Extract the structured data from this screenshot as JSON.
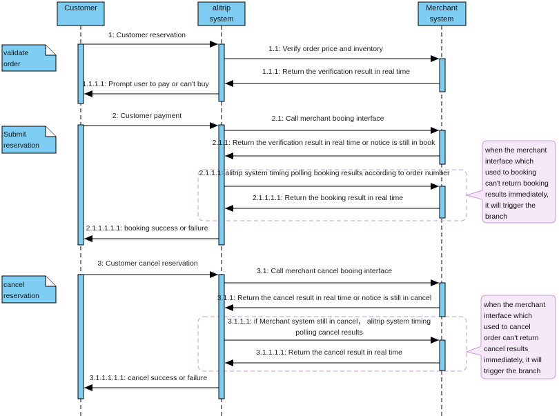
{
  "diagram": {
    "type": "sequence",
    "colors": {
      "participant_fill": "#7ecef4",
      "activation_fill": "#7ecef4",
      "border": "#000000",
      "fragment_border": "#c89ad8",
      "callout_fill": "#f7e8f9",
      "callout_border": "#c89ad8"
    },
    "participants": [
      {
        "id": "customer",
        "lines": [
          "Customer"
        ]
      },
      {
        "id": "alitrip",
        "lines": [
          "alitrip",
          "system"
        ]
      },
      {
        "id": "merchant",
        "lines": [
          "Merchant",
          "system"
        ]
      }
    ],
    "side_notes": [
      {
        "lines": [
          "validate",
          "order"
        ]
      },
      {
        "lines": [
          "Submit",
          "reservation"
        ]
      },
      {
        "lines": [
          "cancel",
          "reservation"
        ]
      }
    ],
    "messages": [
      {
        "from": "customer",
        "to": "alitrip",
        "lines": [
          "1: Customer reservation"
        ]
      },
      {
        "from": "alitrip",
        "to": "merchant",
        "lines": [
          "1.1: Verify order price and inventory"
        ]
      },
      {
        "from": "merchant",
        "to": "alitrip",
        "lines": [
          "1.1.1: Return the verification result in real time"
        ]
      },
      {
        "from": "alitrip",
        "to": "customer",
        "lines": [
          "1.1.1.1: Prompt user to pay or can't buy"
        ]
      },
      {
        "from": "customer",
        "to": "alitrip",
        "lines": [
          "2: Customer payment"
        ]
      },
      {
        "from": "alitrip",
        "to": "merchant",
        "lines": [
          "2.1: Call merchant booing interface"
        ]
      },
      {
        "from": "merchant",
        "to": "alitrip",
        "lines": [
          "2.1.1: Return the verification result in real time or notice is still in book"
        ]
      },
      {
        "from": "alitrip",
        "to": "merchant",
        "lines": [
          "2.1.1.1: alitrip system timing polling booking results according to order number"
        ]
      },
      {
        "from": "merchant",
        "to": "alitrip",
        "lines": [
          "2.1.1.1.1: Return the booking result in real time"
        ]
      },
      {
        "from": "alitrip",
        "to": "customer",
        "lines": [
          "2.1.1.1.1.1: booking success or failure"
        ]
      },
      {
        "from": "customer",
        "to": "alitrip",
        "lines": [
          "3: Customer cancel reservation"
        ]
      },
      {
        "from": "alitrip",
        "to": "merchant",
        "lines": [
          "3.1: Call merchant cancel booing interface"
        ]
      },
      {
        "from": "merchant",
        "to": "alitrip",
        "lines": [
          "3.1.1: Return the cancel result in real time or notice is still in cancel"
        ]
      },
      {
        "from": "alitrip",
        "to": "merchant",
        "lines": [
          "3.1.1.1: if Merchant system still in cancel， alitrip system timing",
          "polling cancel results"
        ]
      },
      {
        "from": "merchant",
        "to": "alitrip",
        "lines": [
          "3.1.1.1.1: Return the cancel result in real time"
        ]
      },
      {
        "from": "alitrip",
        "to": "customer",
        "lines": [
          "3.1.1.1.1.1: cancel success or failure"
        ]
      }
    ],
    "callouts": [
      {
        "lines": [
          "when the merchant",
          "interface which",
          "used to booking",
          "can't return booking",
          "results immediately,",
          "it will trigger the",
          "branch"
        ]
      },
      {
        "lines": [
          "when the merchant",
          "interface which",
          "used to cancel",
          "order can't return",
          "cancel results",
          "immediately, it will",
          "trigger the branch"
        ]
      }
    ]
  }
}
